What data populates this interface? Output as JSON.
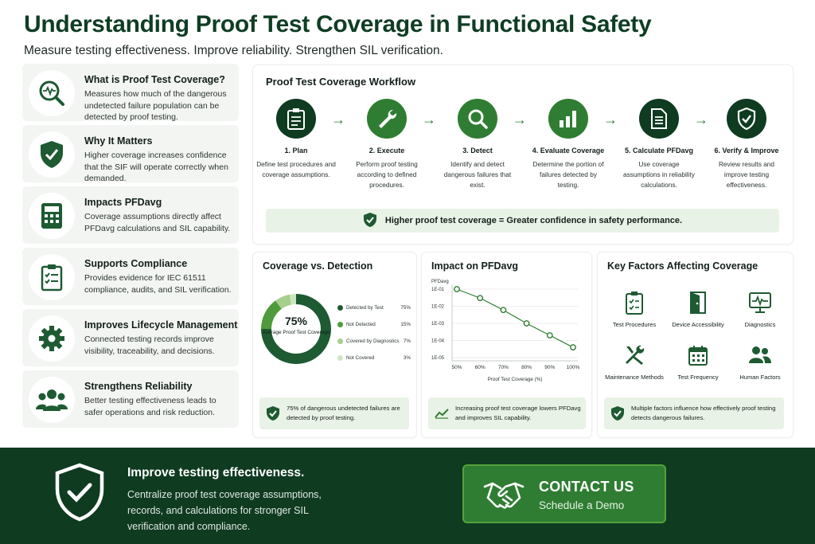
{
  "header": {
    "title": "Understanding Proof Test Coverage in Functional Safety",
    "subtitle": "Measure testing effectiveness. Improve reliability. Strengthen SIL verification."
  },
  "colors": {
    "dark_green": "#0f3b21",
    "brand_green": "#1e5a32",
    "accent_green": "#2f7d32",
    "light_green": "#e9f2e6"
  },
  "left_items": [
    {
      "title": "What is Proof Test Coverage?",
      "desc": "Measures how much of the dangerous undetected failure population can be detected by proof testing.",
      "icon": "magnifier-pulse-icon"
    },
    {
      "title": "Why It Matters",
      "desc": "Higher coverage increases confidence that the SIF will operate correctly when demanded.",
      "icon": "shield-check-icon"
    },
    {
      "title": "Impacts PFDavg",
      "desc": "Coverage assumptions directly affect PFDavg calculations and SIL capability.",
      "icon": "calculator-icon"
    },
    {
      "title": "Supports Compliance",
      "desc": "Provides evidence for IEC 61511 compliance, audits, and SIL verification.",
      "icon": "clipboard-check-icon"
    },
    {
      "title": "Improves Lifecycle Management",
      "desc": "Connected testing records improve visibility, traceability, and decisions.",
      "icon": "gear-icon"
    },
    {
      "title": "Strengthens Reliability",
      "desc": "Better testing effectiveness leads to safer operations and risk reduction.",
      "icon": "people-icon"
    }
  ],
  "workflow": {
    "title": "Proof Test Coverage Workflow",
    "steps": [
      {
        "title": "1. Plan",
        "desc": "Define test procedures and coverage assumptions.",
        "icon": "clipboard-icon"
      },
      {
        "title": "2. Execute",
        "desc": "Perform proof testing according to defined procedures.",
        "icon": "wrench-icon"
      },
      {
        "title": "3. Detect",
        "desc": "Identify and detect dangerous failures that exist.",
        "icon": "search-icon"
      },
      {
        "title": "4. Evaluate Coverage",
        "desc": "Determine the portion of failures detected by testing.",
        "icon": "bar-chart-icon"
      },
      {
        "title": "5. Calculate PFDavg",
        "desc": "Use coverage assumptions in reliability calculations.",
        "icon": "document-icon"
      },
      {
        "title": "6. Verify & Improve",
        "desc": "Review results and improve testing effectiveness.",
        "icon": "shield-check-icon"
      }
    ],
    "arrow": "→",
    "banner": "Higher proof test coverage = Greater confidence in safety performance."
  },
  "coverage_card": {
    "title": "Coverage vs. Detection",
    "center_value": "75%",
    "center_label": "Average Proof Test Coverage",
    "footer": "75% of dangerous undetected failures are detected by proof testing."
  },
  "pfd_card": {
    "title": "Impact on PFDavg",
    "footer": "Increasing proof test coverage lowers PFDavg and improves SIL capability."
  },
  "factors_card": {
    "title": "Key Factors Affecting Coverage",
    "items": [
      {
        "label": "Test Procedures",
        "icon": "clipboard-icon"
      },
      {
        "label": "Device Accessibility",
        "icon": "door-icon"
      },
      {
        "label": "Diagnostics",
        "icon": "monitor-pulse-icon"
      },
      {
        "label": "Maintenance Methods",
        "icon": "tools-icon"
      },
      {
        "label": "Test Frequency",
        "icon": "calendar-icon"
      },
      {
        "label": "Human Factors",
        "icon": "people-icon"
      }
    ],
    "footer": "Multiple factors influence how effectively proof testing detects dangerous failures."
  },
  "chart_data": [
    {
      "type": "pie",
      "categories": [
        "Detected by Test",
        "Not Detected",
        "Covered by Diagnostics",
        "Not Covered"
      ],
      "values": [
        75,
        15,
        7,
        3
      ],
      "value_labels": [
        "75%",
        "15%",
        "7%",
        "3%"
      ],
      "colors": [
        "#1e5a32",
        "#4e9a3c",
        "#a6cf8c",
        "#cfe5c2"
      ]
    },
    {
      "type": "line",
      "ylabel": "PFDavg",
      "xlabel": "Proof Test Coverage (%)",
      "x": [
        50,
        60,
        70,
        80,
        90,
        100
      ],
      "x_labels": [
        "50%",
        "60%",
        "70%",
        "80%",
        "90%",
        "100%"
      ],
      "y": [
        0.1,
        0.03,
        0.006,
        0.001,
        0.0002,
        4e-05
      ],
      "y_ticks": [
        "1E-01",
        "1E-02",
        "1E-03",
        "1E-04",
        "1E-05"
      ],
      "y_scale": "log",
      "ylim": [
        1e-05,
        0.1
      ],
      "grid": true
    }
  ],
  "bottom": {
    "title": "Improve testing effectiveness.",
    "text": "Centralize proof test coverage assumptions, records, and calculations for stronger SIL verification and compliance.",
    "cta_title": "CONTACT US",
    "cta_sub": "Schedule a Demo"
  }
}
